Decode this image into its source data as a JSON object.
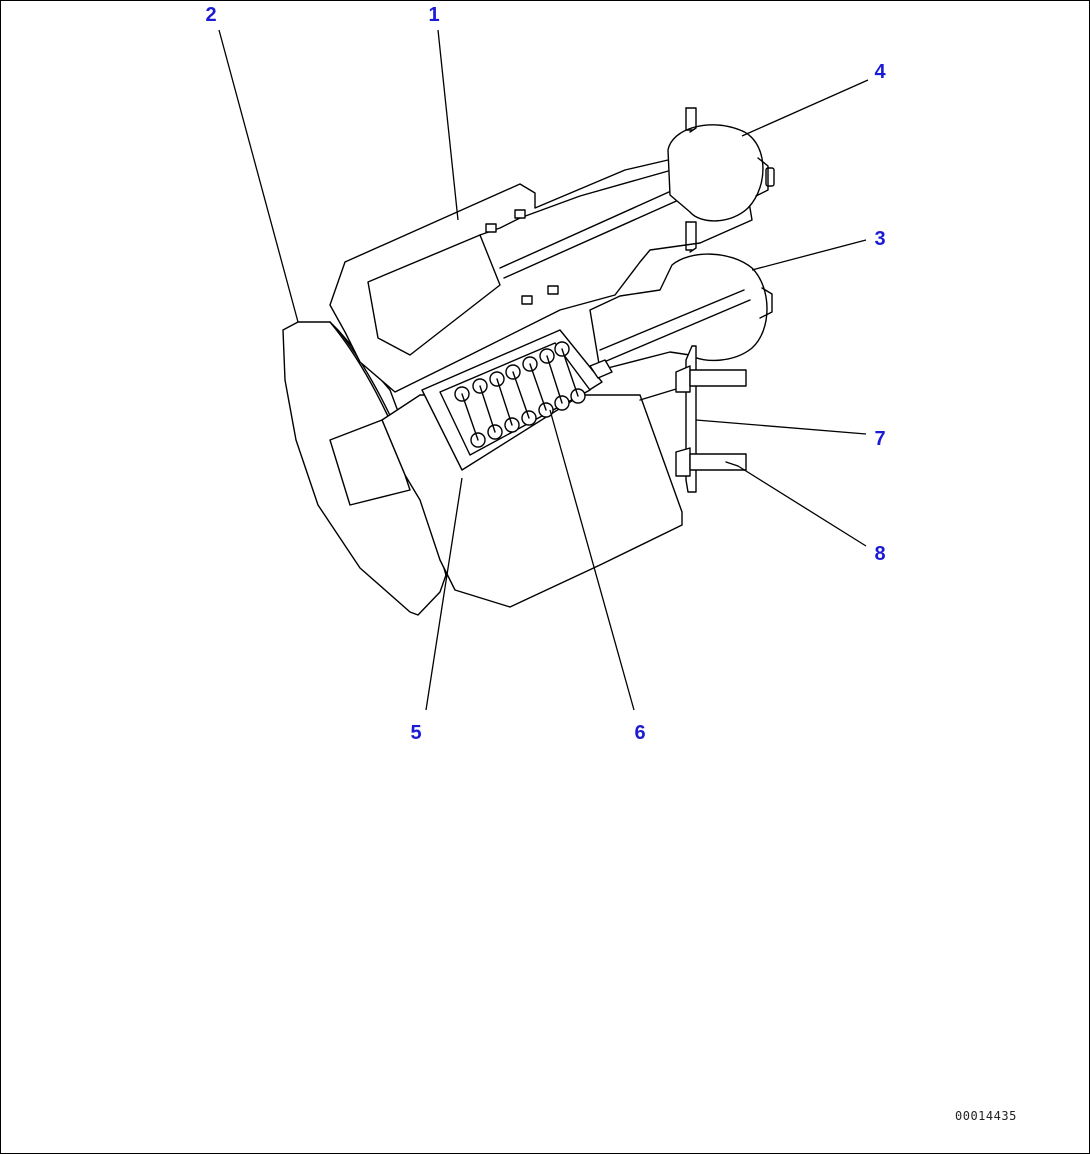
{
  "callouts": {
    "c1": "1",
    "c2": "2",
    "c3": "3",
    "c4": "4",
    "c5": "5",
    "c6": "6",
    "c7": "7",
    "c8": "8"
  },
  "drawing_id": "00014435",
  "colors": {
    "callout_text": "#1b1bd6",
    "line_art": "#000000",
    "background": "#ffffff"
  }
}
